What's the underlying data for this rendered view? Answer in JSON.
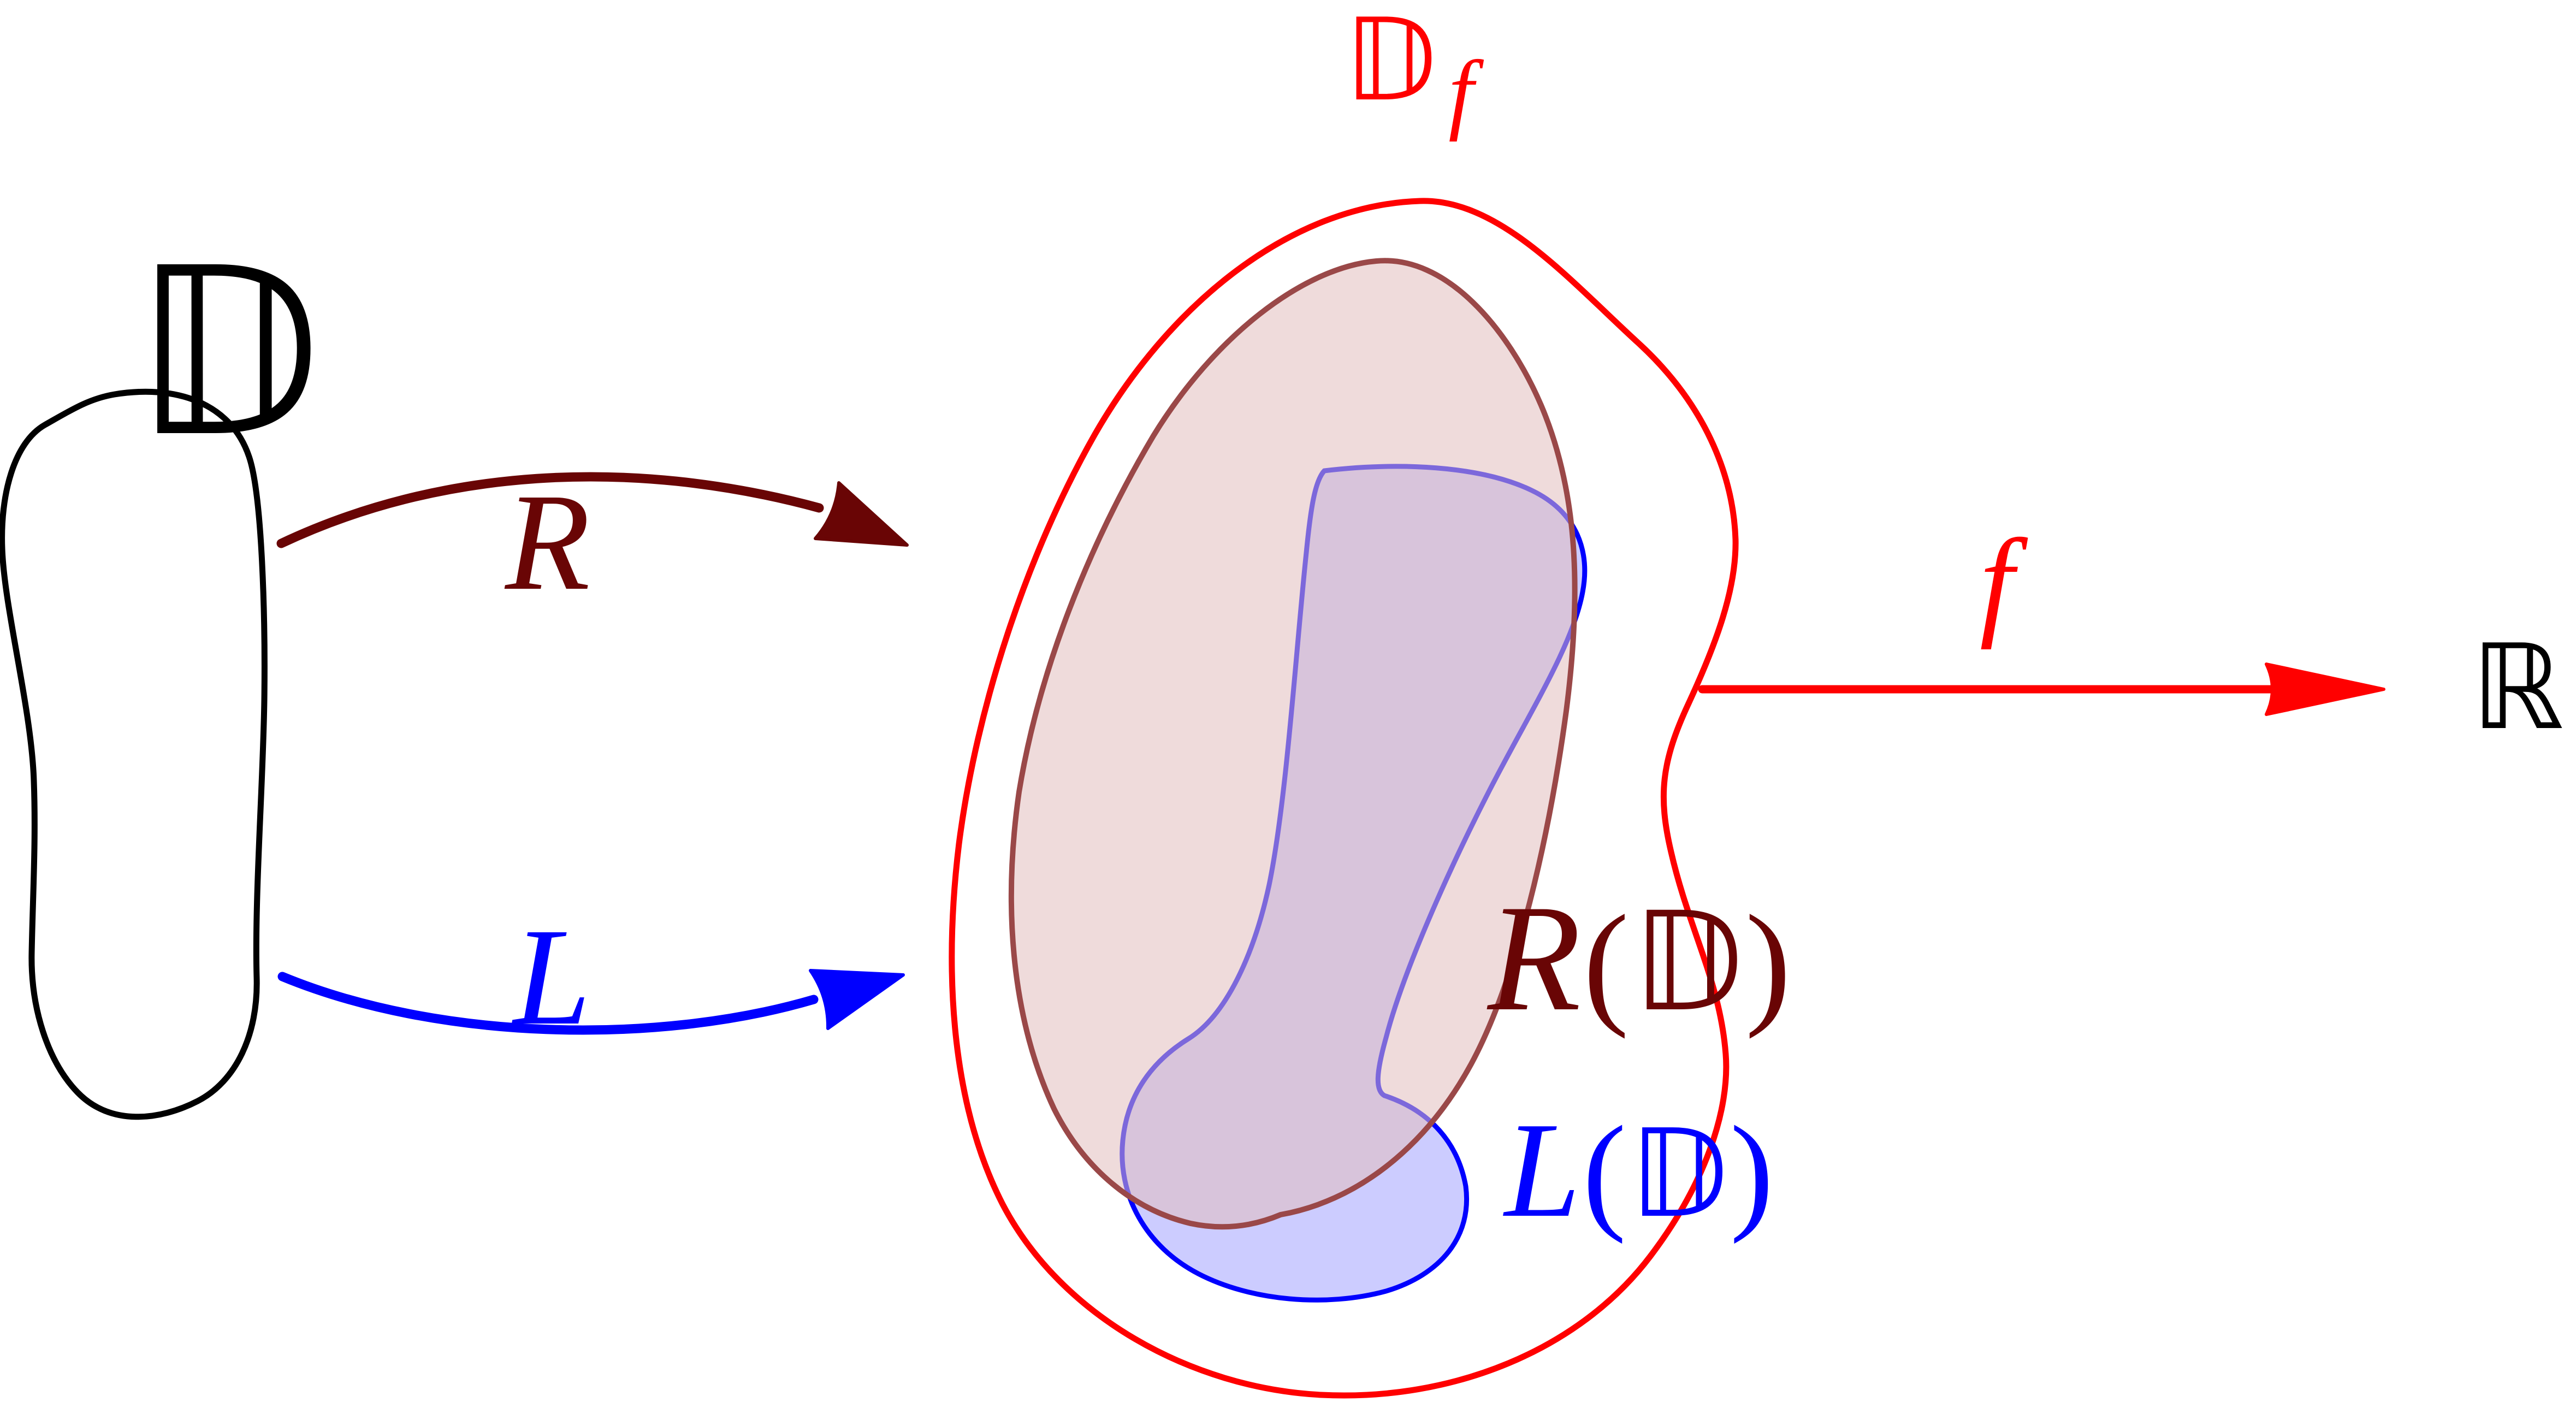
{
  "palette": {
    "black": "#000000",
    "red": "#ff0000",
    "maroon": "#690505",
    "pink_stroke": "#9a4848",
    "pink_fill": "#e1bebe",
    "blue": "#0000ff",
    "blue_fill": "#ccccff",
    "background": "#ffffff"
  },
  "labels": {
    "domain": "𝔻",
    "extended_domain": {
      "base": "𝔻",
      "sub": "f"
    },
    "codomain": "ℝ",
    "map_r": "R",
    "map_l": "L",
    "map_f": "f",
    "image_r": {
      "func": "R",
      "open": "(",
      "set": "𝔻",
      "close": ")"
    },
    "image_l": {
      "func": "L",
      "open": "(",
      "set": "𝔻",
      "close": ")"
    }
  }
}
